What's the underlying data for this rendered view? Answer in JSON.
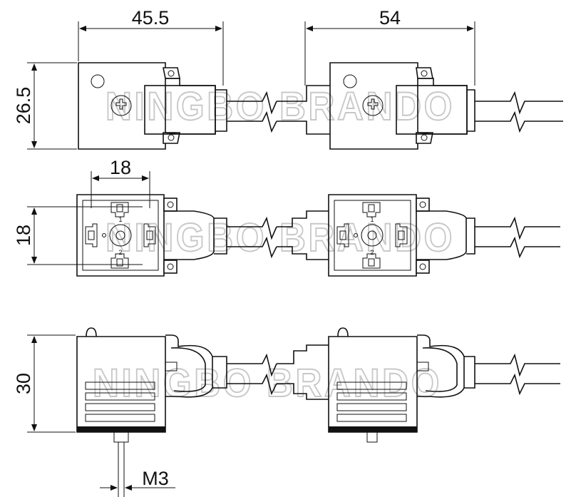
{
  "dimensions": {
    "top_left_width": "45.5",
    "top_right_width": "54",
    "top_height": "26.5",
    "middle_pin_spacing": "18",
    "middle_height": "18",
    "bottom_height": "30",
    "screw_thread": "M3"
  },
  "pin_labels": {
    "pin_1": "1",
    "pin_2": "2"
  },
  "watermark": {
    "text": "NINGBO BRANDO"
  }
}
